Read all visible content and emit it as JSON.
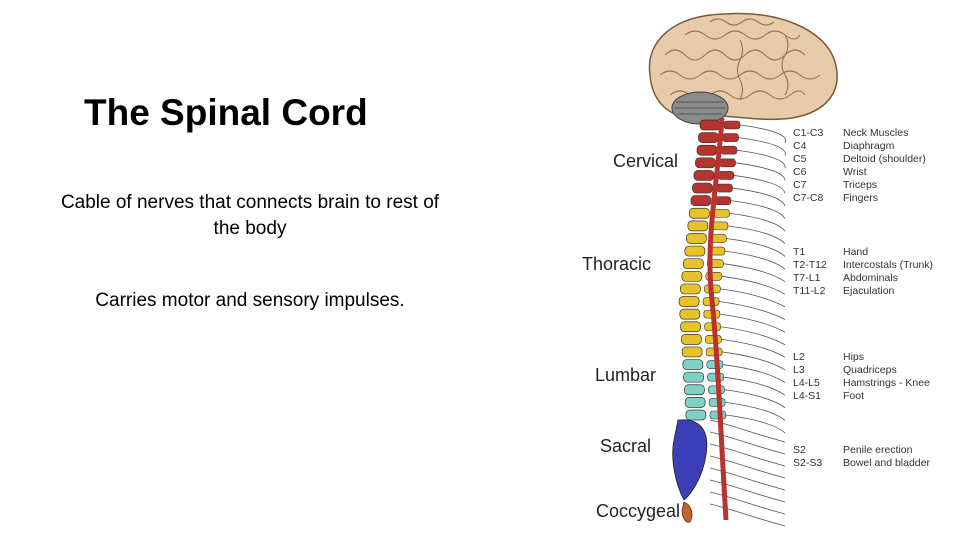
{
  "slide": {
    "title": "The Spinal Cord",
    "bullets": [
      "Cable of nerves that connects brain to rest of the body",
      "Carries motor and sensory impulses."
    ]
  },
  "diagram": {
    "regions": [
      "Cervical",
      "Thoracic",
      "Lumbar",
      "Sacral",
      "Coccygeal"
    ],
    "region_colors": {
      "cervical": "#b8322e",
      "thoracic": "#e8c229",
      "lumbar": "#7fd1c4",
      "sacral": "#3d3fb8",
      "coccygeal": "#c8602a"
    },
    "segments": [
      {
        "level": "C1-C3",
        "function": "Neck Muscles"
      },
      {
        "level": "C4",
        "function": "Diaphragm"
      },
      {
        "level": "C5",
        "function": "Deltoid (shoulder)"
      },
      {
        "level": "C6",
        "function": "Wrist"
      },
      {
        "level": "C7",
        "function": "Triceps"
      },
      {
        "level": "C7-C8",
        "function": "Fingers"
      },
      {
        "level": "T1",
        "function": "Hand"
      },
      {
        "level": "T2-T12",
        "function": "Intercostals (Trunk)"
      },
      {
        "level": "T7-L1",
        "function": "Abdominals"
      },
      {
        "level": "T11-L2",
        "function": "Ejaculation"
      },
      {
        "level": "L2",
        "function": "Hips"
      },
      {
        "level": "L3",
        "function": "Quadriceps"
      },
      {
        "level": "L4-L5",
        "function": "Hamstrings - Knee"
      },
      {
        "level": "L4-S1",
        "function": "Foot"
      },
      {
        "level": "S2",
        "function": "Penile erection"
      },
      {
        "level": "S2-S3",
        "function": "Bowel and bladder"
      }
    ],
    "image_elements": [
      "brain-illustration",
      "cerebellum-illustration",
      "spinal-cord-illustration",
      "vertebra-illustration",
      "nerve-root-illustration"
    ]
  }
}
